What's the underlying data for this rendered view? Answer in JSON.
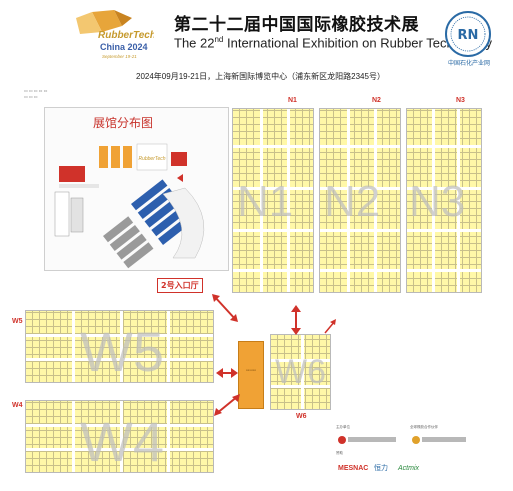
{
  "header": {
    "logo_brand": "RubberTech",
    "logo_sub": "China 2024",
    "logo_date": "September 19-21",
    "title_cn": "第二十二届中国国际橡胶技术展",
    "title_en_prefix": "The 22",
    "title_en_sup": "nd",
    "title_en_suffix": " International Exhibition on Rubber Technology",
    "right_logo_text": "中国石化产业网",
    "date_venue": "2024年09月19-21日，上海新国际博览中心（浦东新区龙阳路2345号）"
  },
  "overview": {
    "title": "展馆分布图"
  },
  "halls": [
    {
      "id": "N1",
      "label": "N1",
      "watermark": "N1"
    },
    {
      "id": "N2",
      "label": "N2",
      "watermark": "N2"
    },
    {
      "id": "N3",
      "label": "N3",
      "watermark": "N3"
    },
    {
      "id": "W5",
      "label": "W5",
      "watermark": "W5"
    },
    {
      "id": "W4",
      "label": "W4",
      "watermark": "W4"
    },
    {
      "id": "W6",
      "label": "W6",
      "watermark": "W6"
    }
  ],
  "entrance": {
    "label": "2号入口厅"
  },
  "colors": {
    "booth": "#fff8a8",
    "accent_red": "#d0322a",
    "connector": "#f0a235",
    "title_blue": "#2a6aa5"
  }
}
